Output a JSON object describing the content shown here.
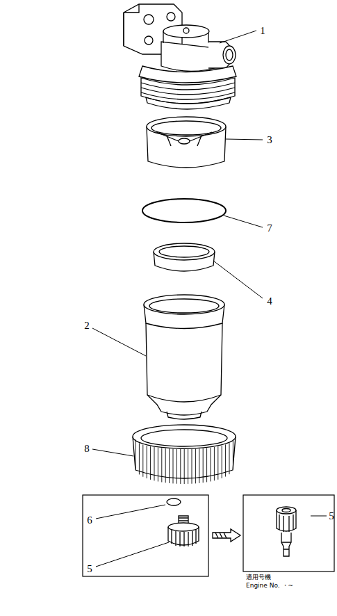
{
  "diagram": {
    "labels": [
      "1",
      "3",
      "7",
      "4",
      "2",
      "8",
      "6",
      "5",
      "5",
      "適用号機",
      "Engine No. ・~"
    ]
  }
}
